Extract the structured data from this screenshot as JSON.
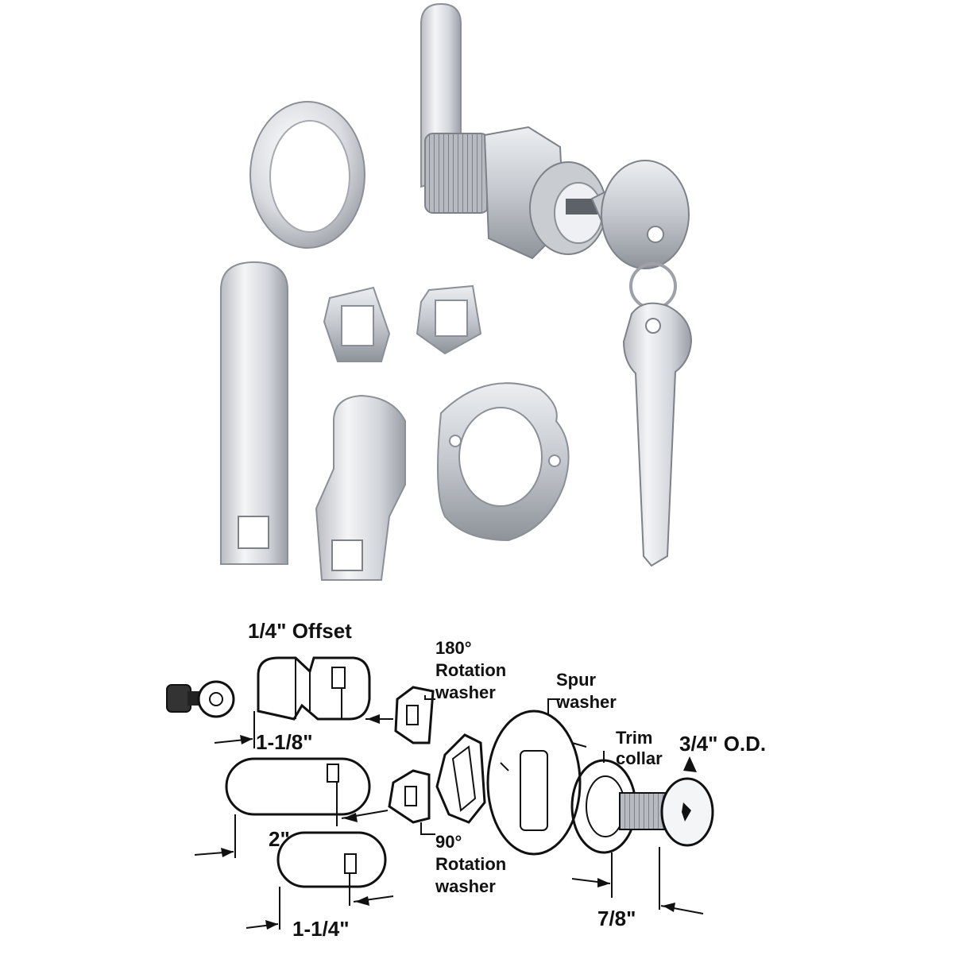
{
  "labels": {
    "offset": "1/4\" Offset",
    "rot180_deg": "180°",
    "rot180_name": "Rotation",
    "rot180_kind": "washer",
    "spur_name": "Spur",
    "spur_kind": "washer",
    "trim_name": "Trim",
    "trim_kind": "collar",
    "od": "3/4\" O.D.",
    "dim_1_1_8": "1-1/8\"",
    "dim_2": "2\"",
    "rot90_deg": "90°",
    "rot90_name": "Rotation",
    "rot90_kind": "washer",
    "dim_1_1_4": "1-1/4\"",
    "dim_7_8": "7/8\""
  },
  "colors": {
    "metal_light": "#f2f3f5",
    "metal_mid": "#c9ccd1",
    "metal_dark": "#8b9097",
    "ink": "#111111"
  }
}
